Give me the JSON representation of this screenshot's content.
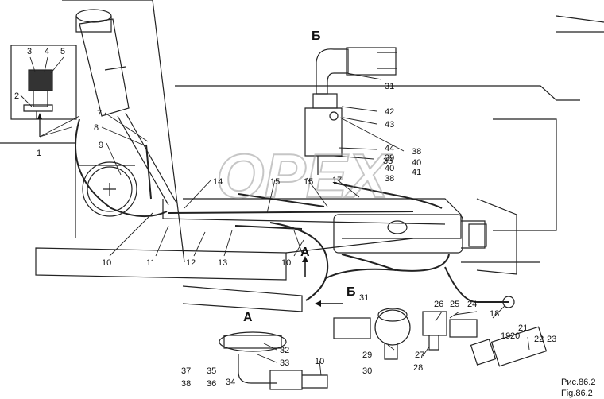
{
  "watermark": "OPEX",
  "views": {
    "view_b": "Б",
    "view_a_arrow": "А",
    "view_b_arrow": "Б",
    "view_a": "А"
  },
  "caption": {
    "ru": "Рис.86.2",
    "en": "Fig.86.2"
  },
  "callouts": {
    "c1": "1",
    "c2": "2",
    "c3": "3",
    "c4": "4",
    "c5": "5",
    "c7": "7",
    "c8": "8",
    "c9": "9",
    "c10a": "10",
    "c10b": "10",
    "c10c": "10",
    "c11": "11",
    "c12": "12",
    "c13": "13",
    "c14": "14",
    "c15a": "15",
    "c15b": "15",
    "c17": "17",
    "c18": "18",
    "c19": "19",
    "c20": "20",
    "c21": "21",
    "c22": "22",
    "c23": "23",
    "c24": "24",
    "c25": "25",
    "c26": "26",
    "c27": "27",
    "c28": "28",
    "c29": "29",
    "c30": "30",
    "c31a": "31",
    "c31b": "31",
    "c32": "32",
    "c33a": "33",
    "c33b": "33",
    "c34": "34",
    "c35": "35",
    "c36": "36",
    "c37": "37",
    "c38a": "38",
    "c38b": "38",
    "c38c": "38",
    "c39": "39",
    "c40a": "40",
    "c40b": "40",
    "c41": "41",
    "c42": "42",
    "c43": "43",
    "c44": "44"
  }
}
